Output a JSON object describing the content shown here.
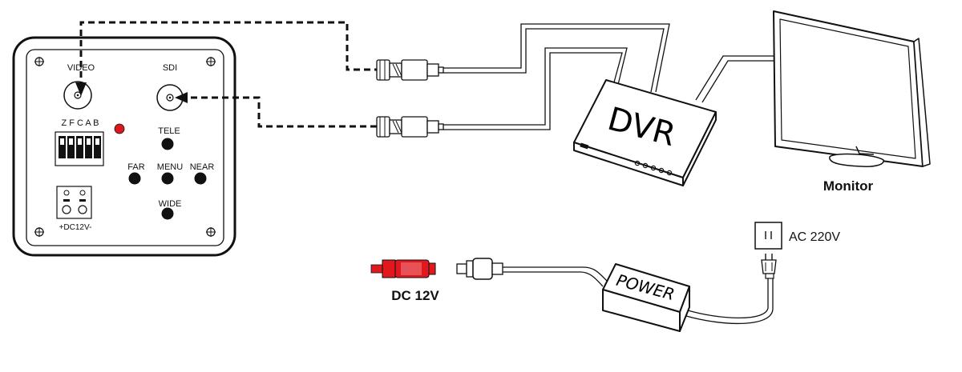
{
  "camera_panel": {
    "video_label": "VIDEO",
    "sdi_label": "SDI",
    "dip_label": "Z F C A B",
    "tele_label": "TELE",
    "far_label": "FAR",
    "menu_label": "MENU",
    "near_label": "NEAR",
    "wide_label": "WIDE",
    "power_terminal_label": "+DC12V-"
  },
  "devices": {
    "dvr_label": "DVR",
    "monitor_label": "Monitor",
    "power_label": "POWER",
    "ac_label": "AC 220V",
    "dc_label": "DC 12V"
  },
  "colors": {
    "line": "#111111",
    "led": "#d9191f",
    "dc_plug": "#e0191f"
  }
}
